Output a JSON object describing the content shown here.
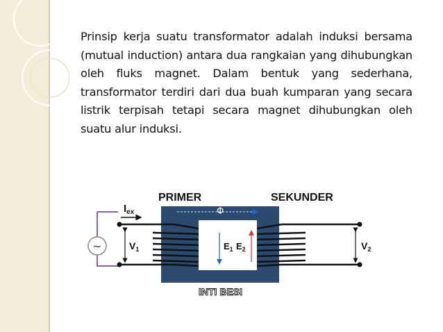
{
  "colors": {
    "sidebar": "#f4ecd8",
    "sidebar_line": "#d8cba8",
    "core": "#2b4a6e",
    "coil": "#111111",
    "source_wire": "#8e5fb3",
    "flux_arrow": "#1e66c8",
    "emf_arrow": "#d23a3a"
  },
  "body": {
    "paragraph": "Prinsip kerja suatu transformator adalah induksi bersama (mutual induction) antara dua rangkaian yang dihubungkan oleh fluks magnet. Dalam bentuk yang sederhana, transformator terdiri dari dua buah kumparan yang secara listrik terpisah tetapi secara magnet dihubungkan oleh suatu alur induksi."
  },
  "diagram": {
    "primer_label": "PRIMER",
    "sekunder_label": "SEKUNDER",
    "flux_label": "Φ",
    "current_label": "I",
    "current_sub": "ex",
    "v1_label": "V",
    "v1_sub": "1",
    "v2_label": "V",
    "v2_sub": "2",
    "e1_label": "E",
    "e1_sub": "1",
    "e2_label": "E",
    "e2_sub": "2",
    "source_symbol": "~",
    "core_label": "INTI BESI"
  }
}
